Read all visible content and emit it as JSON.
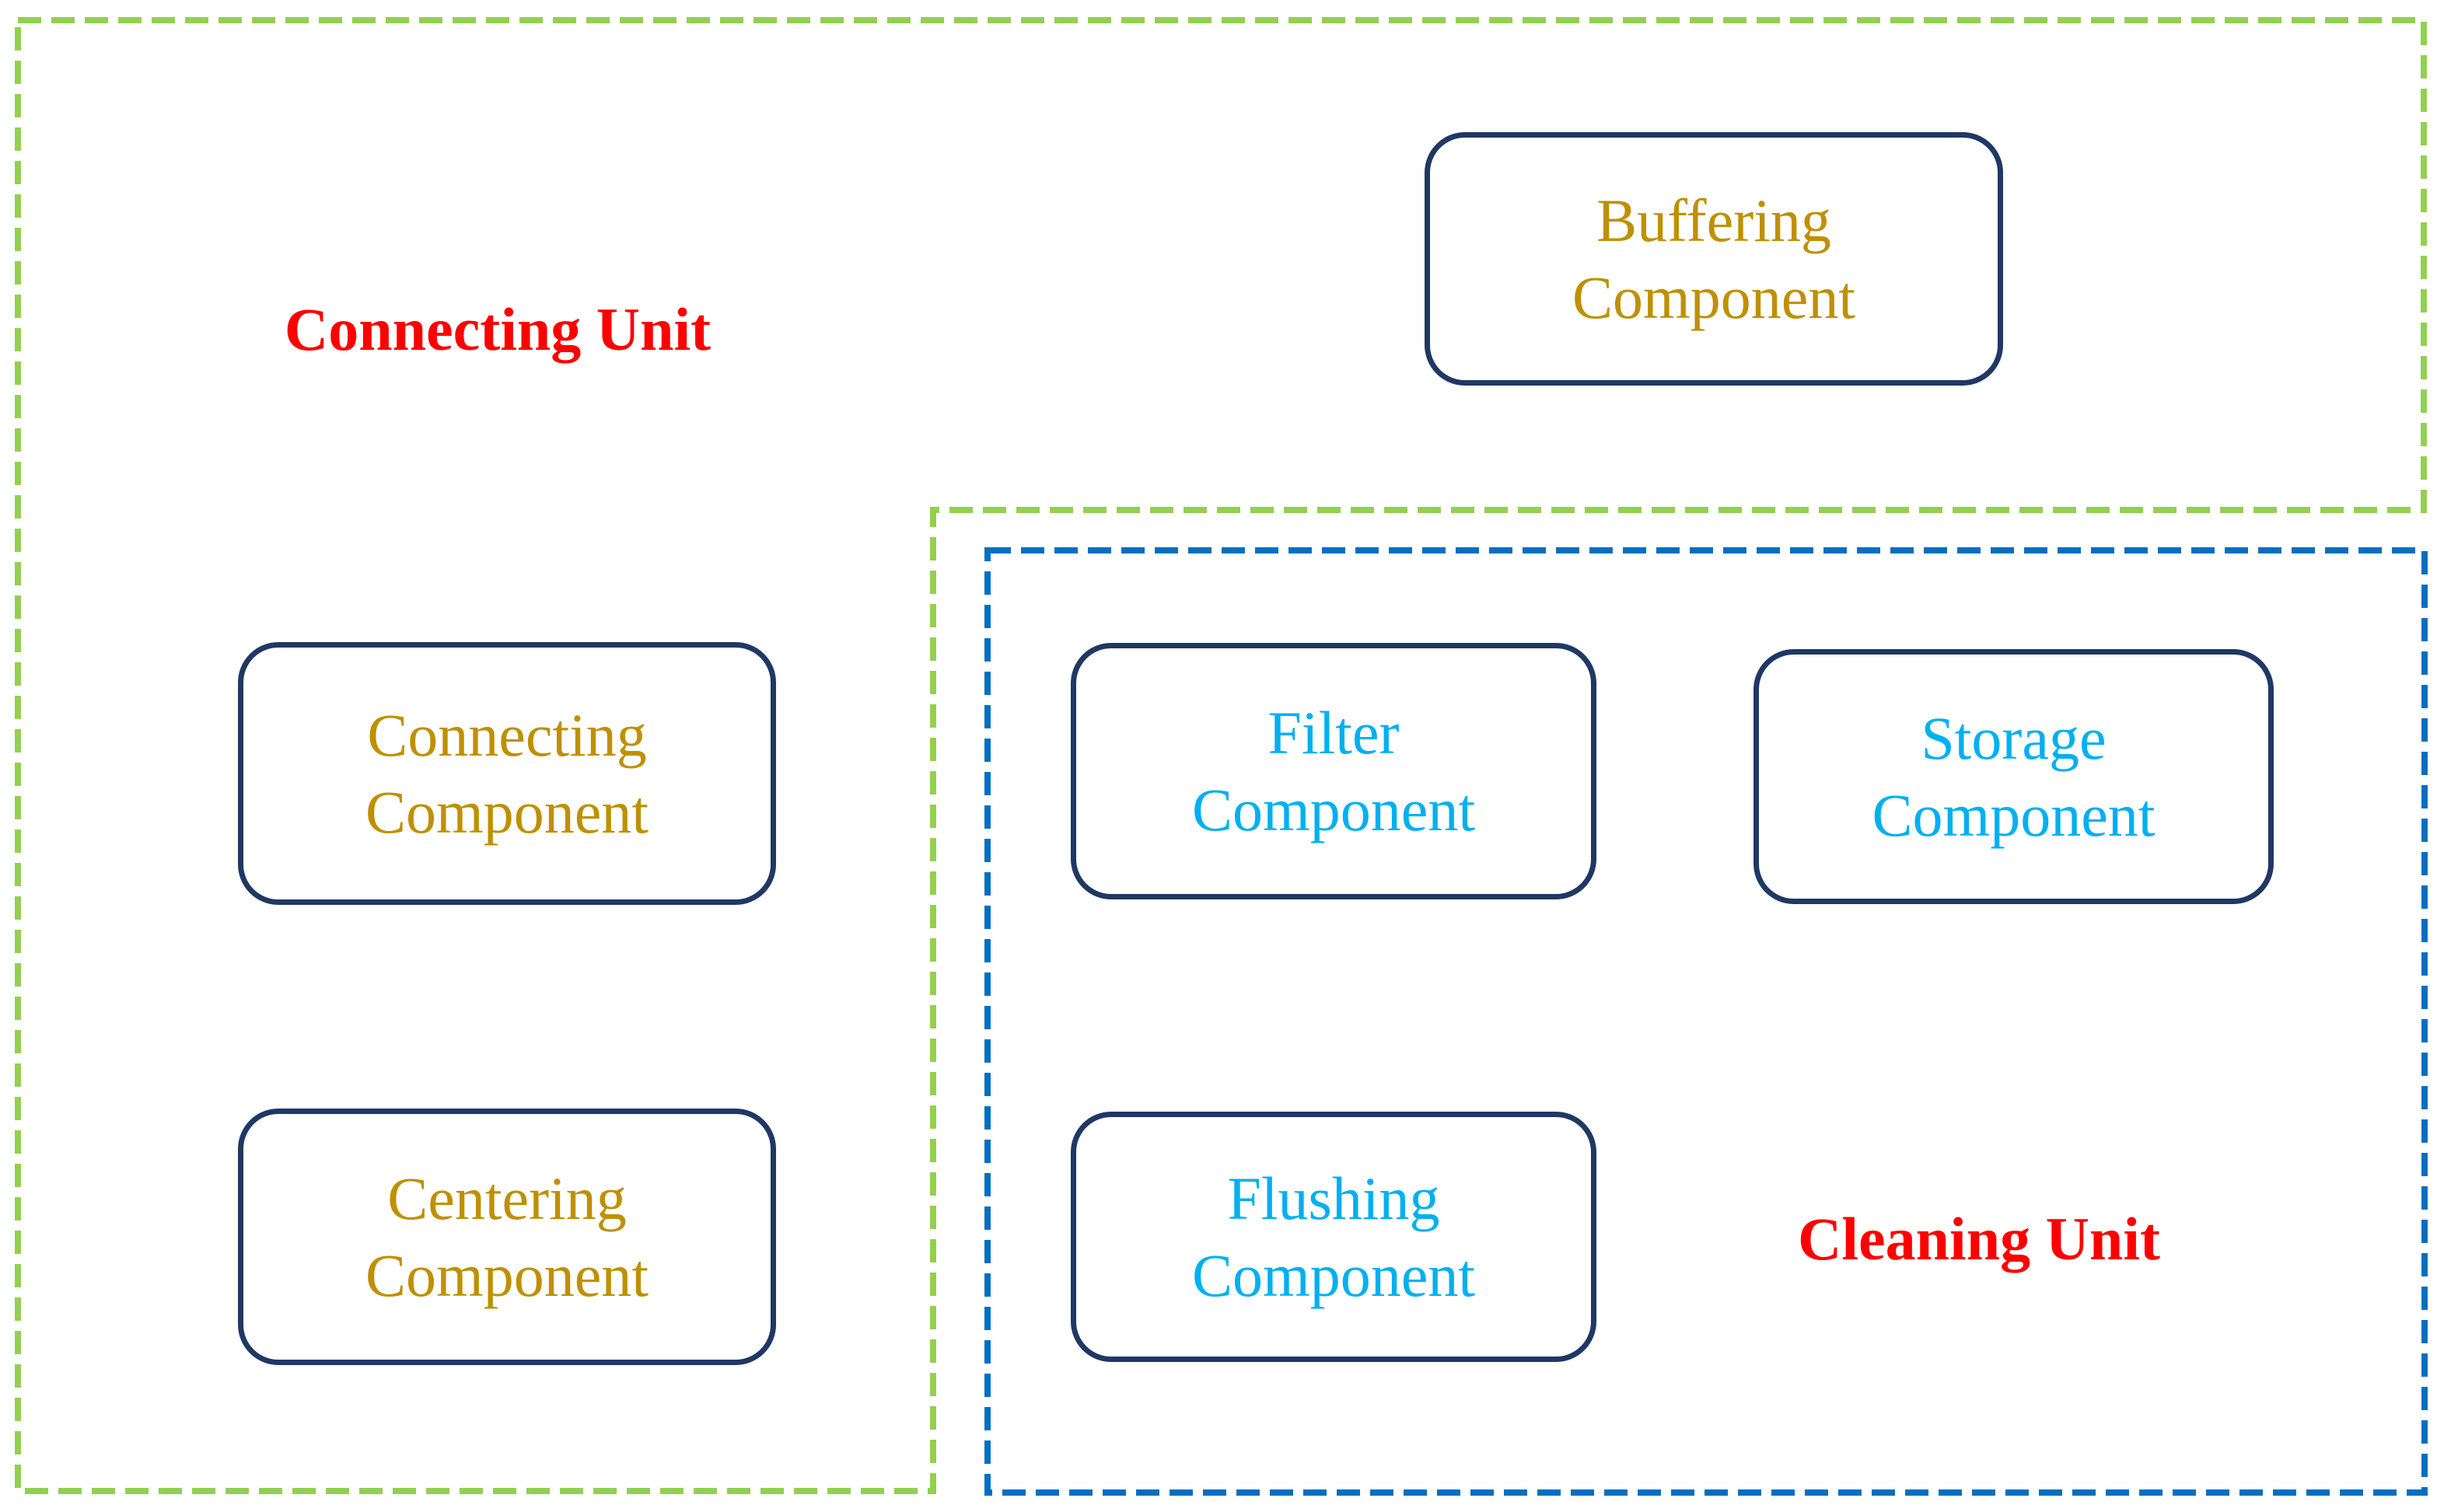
{
  "units": [
    {
      "name": "Connecting Unit",
      "name_color": "#FF0000",
      "outline_color": "#92D050",
      "outline_style": "dashed",
      "component_text_color": "#BF9000",
      "components": [
        "Buffering\nComponent",
        "Connecting\nComponent",
        "Centering\nComponent"
      ]
    },
    {
      "name": "Cleaning Unit",
      "name_color": "#FF0000",
      "outline_color": "#0070C0",
      "outline_style": "dashed",
      "component_text_color": "#00B0F0",
      "components": [
        "Filter\nComponent",
        "Storage\nComponent",
        "Flushing\nComponent"
      ]
    }
  ],
  "colors": {
    "unit-label": "#FF0000",
    "green-outline": "#92D050",
    "blue-outline": "#0070C0",
    "gold-text": "#BF9000",
    "cyan-text": "#00B0F0",
    "box-border": "#1F3864",
    "background": "#FFFFFF"
  }
}
